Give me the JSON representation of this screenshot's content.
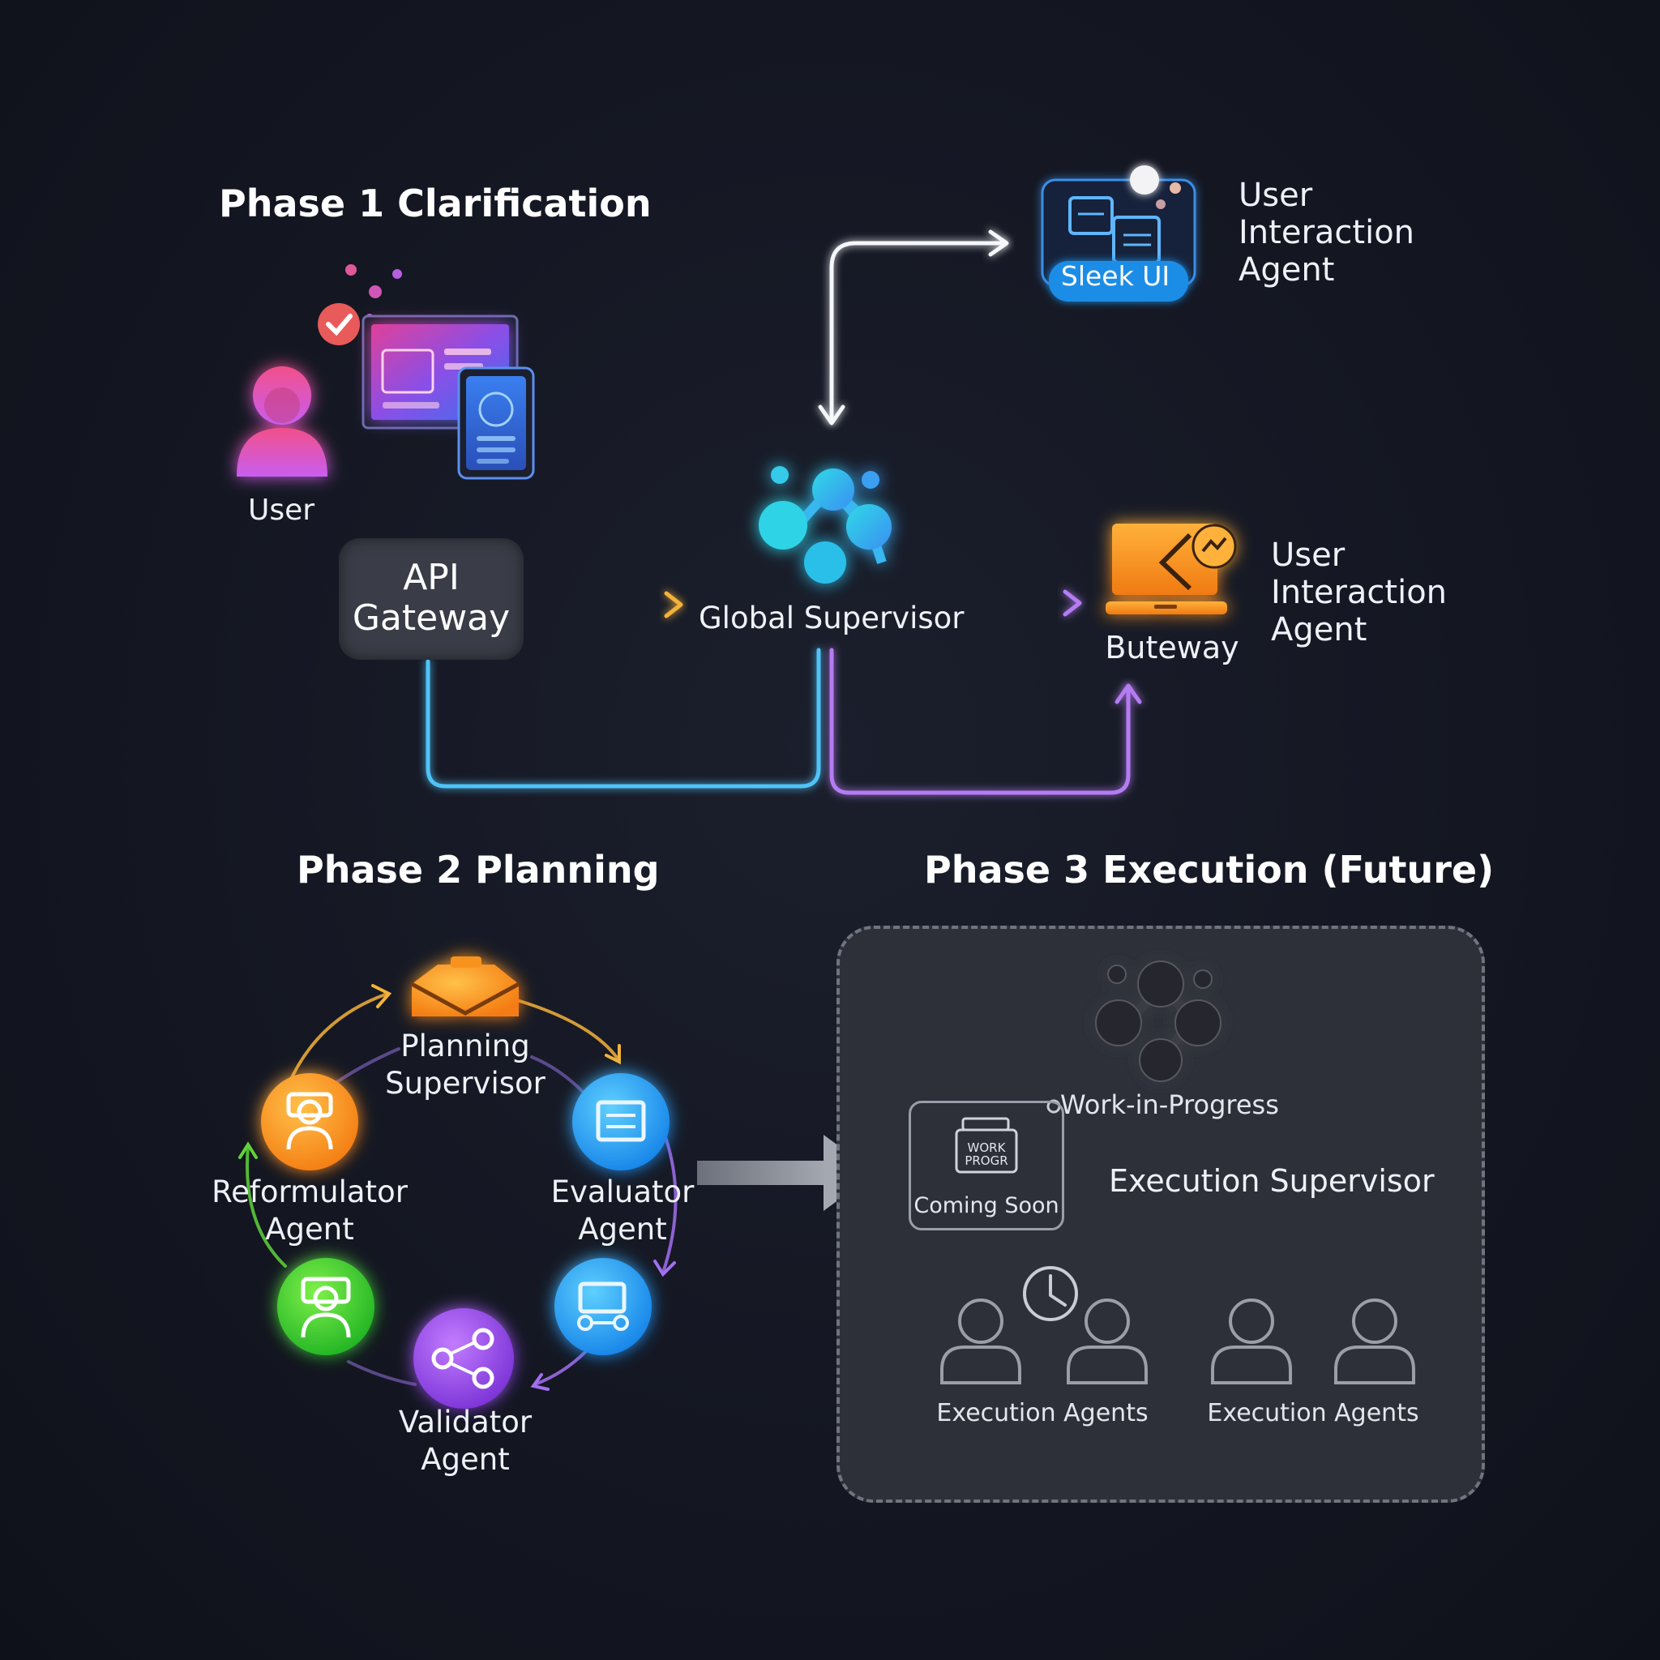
{
  "phase1": {
    "title": "Phase 1 Clarification",
    "user_label": "User",
    "gateway_line1": "API",
    "gateway_line2": "Gateway",
    "supervisor_label": "Global Supervisor",
    "sleek_ui_label": "Sleek UI",
    "agent_top": [
      "User",
      "Interaction",
      "Agent"
    ],
    "agent_right": [
      "User",
      "Interaction",
      "Agent"
    ],
    "laptop_label": "Buteway"
  },
  "phase2": {
    "title": "Phase 2 Planning",
    "planning": [
      "Planning",
      "Supervisor"
    ],
    "evaluator": [
      "Evaluator",
      "Agent"
    ],
    "reformulator": [
      "Reformulator",
      "Agent"
    ],
    "validator": [
      "Validator",
      "Agent"
    ]
  },
  "phase3": {
    "title": "Phase 3 Execution (Future)",
    "wip_label": "Work-in-Progress",
    "badge_line1": "WORK",
    "badge_line2": "PROGR",
    "coming_soon": "Coming Soon",
    "supervisor_label": "Execution Supervisor",
    "agents_left": "Execution Agents",
    "agents_right": "Execution Agents"
  },
  "colors": {
    "yellow": "#f4b23a",
    "cyan": "#4fc3f7",
    "purple": "#b57cf2",
    "white": "#f5f7fa",
    "orange": "#f7931e",
    "blue": "#1e9bf0",
    "green": "#3ed13a",
    "violet": "#9b4ee0",
    "gray": "#8e929c"
  }
}
